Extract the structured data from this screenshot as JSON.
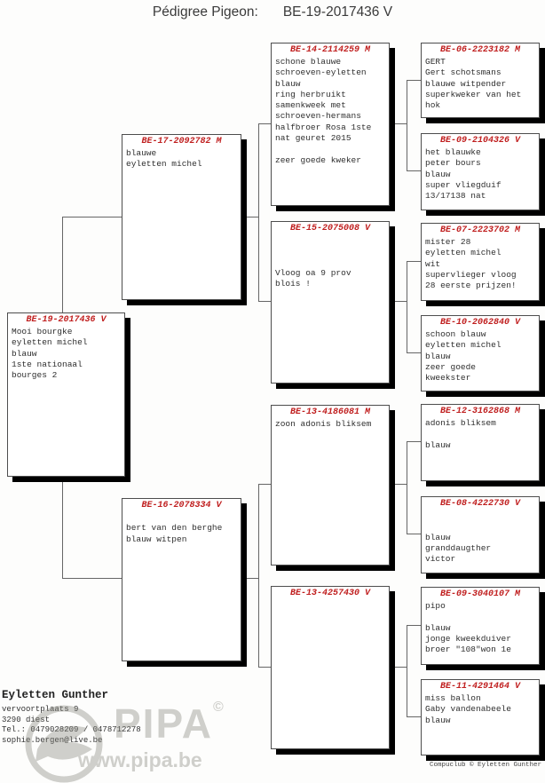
{
  "title": {
    "label": "Pédigree Pigeon:",
    "ring": "BE-19-2017436 V"
  },
  "colors": {
    "ring_red": "#c01f1f",
    "box_shadow": "#000000",
    "box_border": "#4d4d4d",
    "connector": "#666666"
  },
  "boxes": {
    "subject": {
      "ring": "BE-19-2017436 V",
      "body": "Mooi bourgke\neyletten michel\nblauw\n1ste nationaal\nbourges 2"
    },
    "sire": {
      "ring": "BE-17-2092782 M",
      "body": "blauwe\neyletten michel"
    },
    "dam": {
      "ring": "BE-16-2078334 V",
      "body": "\nbert van den berghe\nblauw witpen"
    },
    "ss": {
      "ring": "BE-14-2114259 M",
      "body": "schone blauwe\nschroeven-eyletten\nblauw\nring herbruikt\nsamenkweek met\nschroeven-hermans\nhalfbroer Rosa 1ste\nnat geuret 2015\n\nzeer goede kweker"
    },
    "sd": {
      "ring": "BE-15-2075008 V",
      "body": "\n\n\nVloog oa 9 prov\nblois !"
    },
    "ds": {
      "ring": "BE-13-4186081 M",
      "body": "zoon adonis bliksem"
    },
    "dd": {
      "ring": "BE-13-4257430 V",
      "body": ""
    },
    "sss": {
      "ring": "BE-06-2223182 M",
      "body": "GERT\nGert schotsmans\nblauwe witpender\nsuperkweker van het\nhok"
    },
    "ssd": {
      "ring": "BE-09-2104326 V",
      "body": "het blauwke\npeter bours\nblauw\nsuper vliegduif\n13/17138 nat"
    },
    "sds": {
      "ring": "BE-07-2223702 M",
      "body": "mister 28\neyletten michel\nwit\nsupervlieger vloog\n28 eerste prijzen!"
    },
    "sdd": {
      "ring": "BE-10-2062840 V",
      "body": "schoon blauw\neyletten michel\nblauw\nzeer goede\nkweekster"
    },
    "dss": {
      "ring": "BE-12-3162868 M",
      "body": "adonis bliksem\n\nblauw"
    },
    "dsd": {
      "ring": "BE-08-4222730 V",
      "body": "\n\nblauw\ngranddaugther\nvictor"
    },
    "dds": {
      "ring": "BE-09-3040107 M",
      "body": "pipo\n\nblauw\njonge kweekduiver\nbroer \"108\"won 1e"
    },
    "ddd": {
      "ring": "BE-11-4291464 V",
      "body": "miss ballon\nGaby vandenabeele\nblauw"
    }
  },
  "owner": {
    "name": "Eyletten Gunther",
    "lines": "vervoortplaats 9\n3290  diest\nTel.: 0479028209 / 0478712278\nsophie.bergen@live.be"
  },
  "credit": "Compuclub © Eyletten Gunther",
  "watermark": {
    "brand": "PIPA",
    "copyright": "©",
    "url": "www.pipa.be"
  }
}
